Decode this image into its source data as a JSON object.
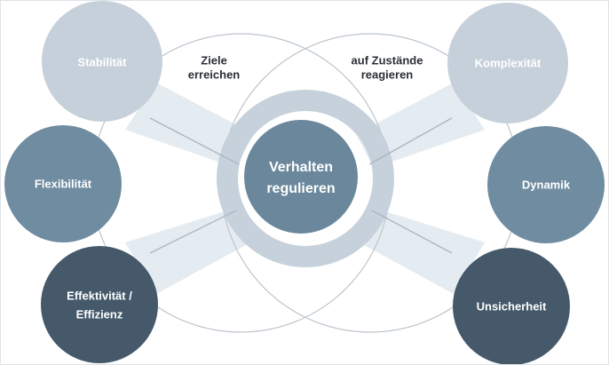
{
  "center": {
    "line1": "Verhalten",
    "line2": "regulieren"
  },
  "labels": {
    "left_line1": "Ziele",
    "left_line2": "erreichen",
    "right_line1": "auf Zustände",
    "right_line2": "reagieren"
  },
  "nodes": {
    "stabilitaet": {
      "line1": "Stabilität"
    },
    "flexibilitaet": {
      "line1": "Flexibilität"
    },
    "effektivitaet": {
      "line1": "Effektivität /",
      "line2": "Effizienz"
    },
    "komplexitaet": {
      "line1": "Komplexität"
    },
    "dynamik": {
      "line1": "Dynamik"
    },
    "unsicherheit": {
      "line1": "Unsicherheit"
    }
  },
  "colors": {
    "light": "#c5d0da",
    "mid": "#6f8ca1",
    "dark": "#45596b",
    "center": "#6a879c",
    "ring": "#c6d1db",
    "band": "#e4ebf1",
    "outline": "#bcc5cd",
    "connector": "#aab6c1"
  }
}
